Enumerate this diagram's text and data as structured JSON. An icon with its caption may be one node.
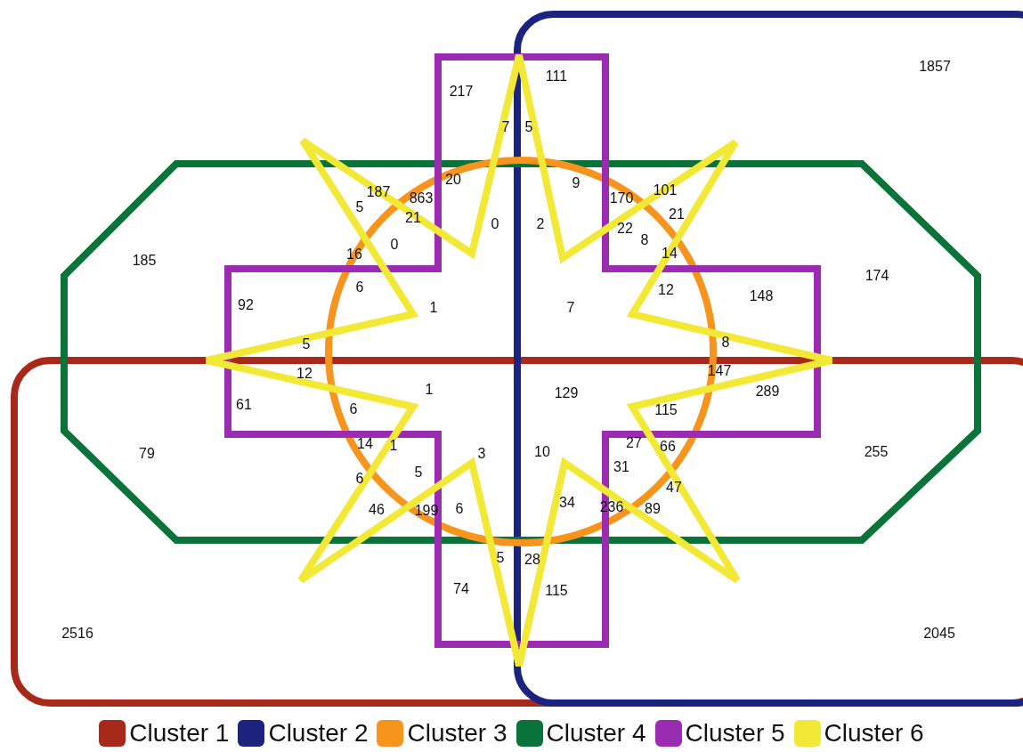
{
  "diagram": {
    "labels": [
      "1857",
      "111",
      "217",
      "7",
      "5",
      "20",
      "9",
      "187",
      "863",
      "170",
      "101",
      "21",
      "5",
      "21",
      "0",
      "2",
      "22",
      "8",
      "0",
      "16",
      "14",
      "185",
      "174",
      "6",
      "12",
      "148",
      "92",
      "1",
      "7",
      "5",
      "8",
      "12",
      "147",
      "1",
      "129",
      "289",
      "61",
      "6",
      "115",
      "79",
      "14",
      "1",
      "3",
      "10",
      "27",
      "66",
      "255",
      "31",
      "5",
      "6",
      "47",
      "46",
      "199",
      "6",
      "34",
      "236",
      "89",
      "5",
      "28",
      "74",
      "115",
      "2516",
      "2045"
    ],
    "legend": [
      {
        "text": "Cluster 1",
        "color": "#a8281a"
      },
      {
        "text": "Cluster 2",
        "color": "#1b237e"
      },
      {
        "text": "Cluster 3",
        "color": "#f7941d"
      },
      {
        "text": "Cluster 4",
        "color": "#0a7339"
      },
      {
        "text": "Cluster 5",
        "color": "#9b2bb1"
      },
      {
        "text": "Cluster 6",
        "color": "#f2e836"
      }
    ]
  }
}
